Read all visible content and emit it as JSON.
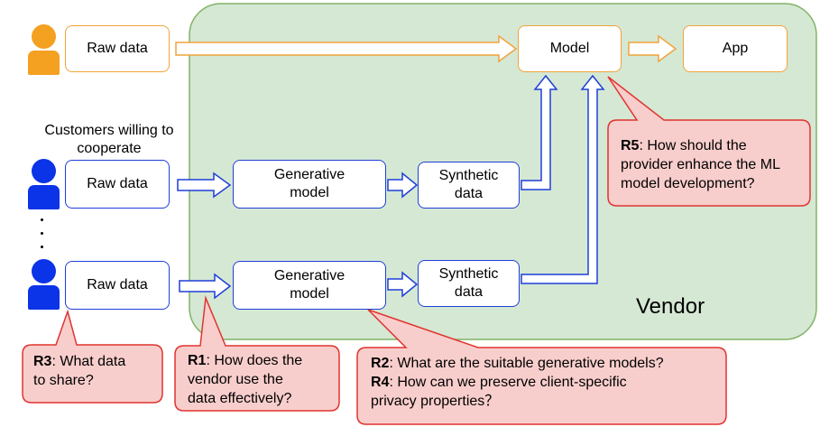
{
  "colors": {
    "vendor_fill": "#d5e8d4",
    "vendor_border": "#82b366",
    "orange": "#f2a33a",
    "blue": "#1f3fd8",
    "callout_fill": "#f8cecc",
    "callout_border": "#e0342f"
  },
  "vendor_label": "Vendor",
  "customers_label_line1": "Customers willing to",
  "customers_label_line2": "cooperate",
  "boxes": {
    "raw_data_top": "Raw data",
    "raw_data_mid": "Raw data",
    "raw_data_bottom": "Raw data",
    "model": "Model",
    "app": "App",
    "generative_model_1_line1": "Generative",
    "generative_model_1_line2": "model",
    "generative_model_2_line1": "Generative",
    "generative_model_2_line2": "model",
    "synthetic_data_1_line1": "Synthetic",
    "synthetic_data_1_line2": "data",
    "synthetic_data_2_line1": "Synthetic",
    "synthetic_data_2_line2": "data"
  },
  "callouts": {
    "r5_tag": "R5",
    "r5_line1": ": How should the",
    "r5_line2": "provider enhance the ML",
    "r5_line3": "model development?",
    "r3_tag": "R3",
    "r3_line1": ": What data",
    "r3_line2": "to share?",
    "r1_tag": "R1",
    "r1_line1": ": How does the",
    "r1_line2": "vendor use the",
    "r1_line3": "data effectively?",
    "r2_tag": "R2",
    "r2_line1": ": What are the suitable generative models?",
    "r4_tag": "R4",
    "r4_line1": ": How can we preserve client-specific",
    "r4_line2": "privacy properties？"
  },
  "icons": {
    "person_orange": "person-icon",
    "person_blue": "person-icon"
  }
}
